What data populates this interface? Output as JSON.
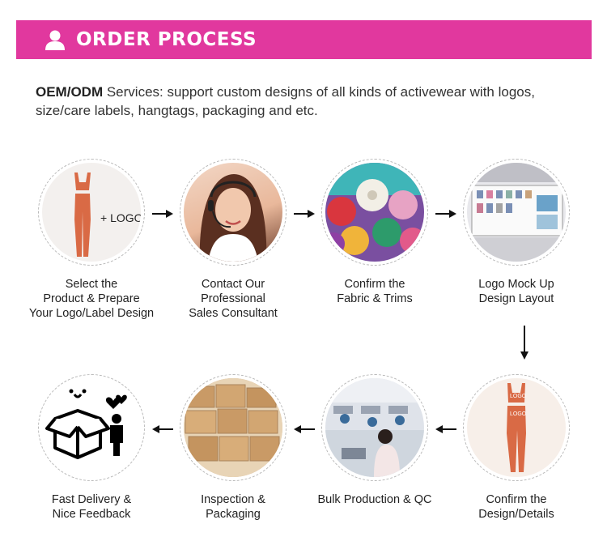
{
  "banner": {
    "title": "ORDER PROCESS",
    "icon": "user-icon",
    "color": "#e1389e"
  },
  "intro": {
    "lead": "OEM/ODM",
    "text": " Services: support custom designs of all kinds of activewear with logos, size/care labels, hangtags, packaging and etc."
  },
  "steps": [
    {
      "caption_lines": [
        "Select the",
        "Product & Prepare",
        "Your Logo/Label Design"
      ],
      "overlay_label": "+ LOGO"
    },
    {
      "caption_lines": [
        "Contact Our",
        "Professional",
        "Sales Consultant"
      ]
    },
    {
      "caption_lines": [
        "Confirm the",
        "Fabric & Trims"
      ]
    },
    {
      "caption_lines": [
        "Logo Mock Up",
        "Design Layout"
      ]
    },
    {
      "caption_lines": [
        "Confirm the",
        "Design/Details"
      ],
      "overlay_label": "LOGO"
    },
    {
      "caption_lines": [
        "Bulk Production & QC"
      ]
    },
    {
      "caption_lines": [
        "Inspection &",
        "Packaging"
      ]
    },
    {
      "caption_lines": [
        "Fast Delivery &",
        "Nice Feedback"
      ]
    }
  ]
}
